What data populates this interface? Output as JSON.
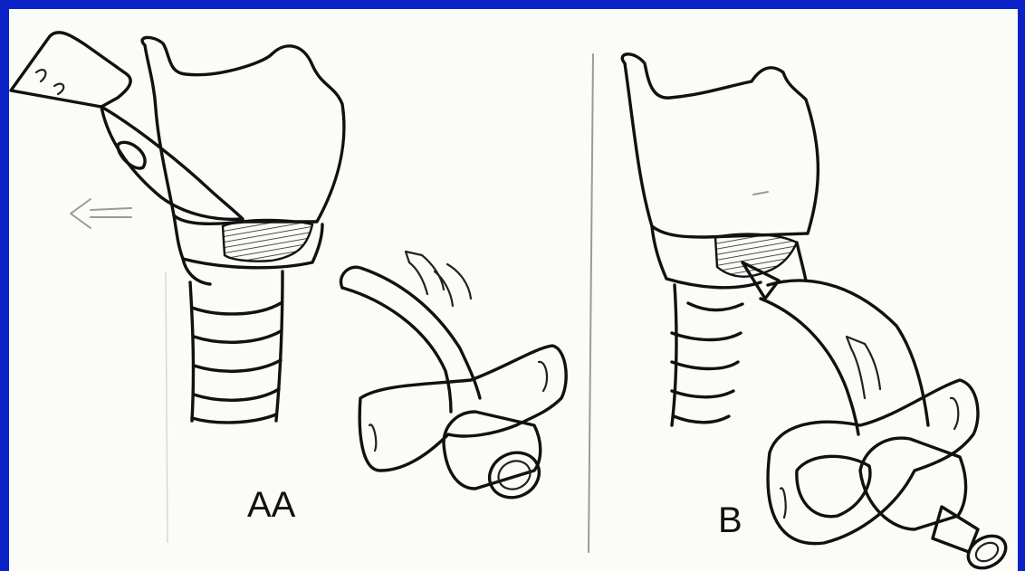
{
  "panels": [
    {
      "id": "A",
      "label": "AA"
    },
    {
      "id": "B",
      "label": "B"
    }
  ],
  "colors": {
    "frame": "#0b22c8",
    "paper": "#fbfbf8",
    "ink": "#111111",
    "faint_ink": "#9a9a9a"
  },
  "icons": [
    "scalpel-icon",
    "larynx-icon",
    "tracheostomy-tube-icon",
    "direction-arrow-icon"
  ]
}
